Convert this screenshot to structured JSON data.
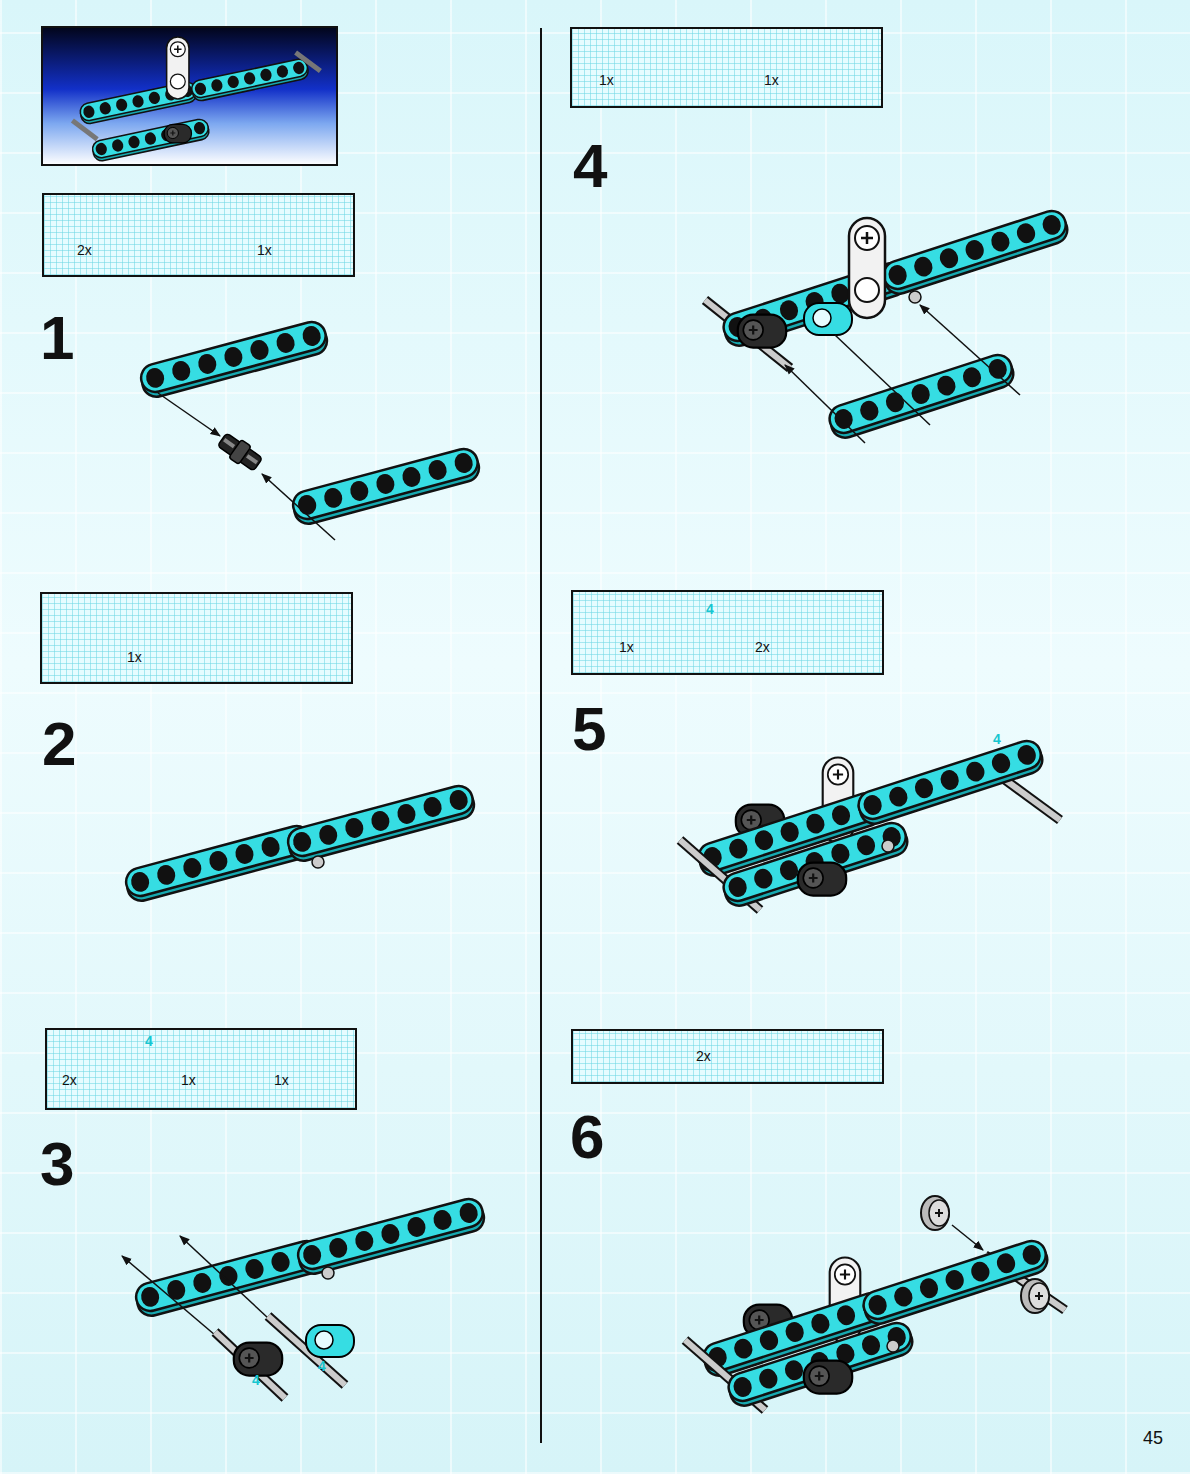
{
  "diagram": {
    "nodes": [
      {
        "text": [
          "2x",
          "1x"
        ]
      },
      {
        "text": [
          "1x"
        ]
      },
      {
        "text": [
          "4",
          "2x",
          "1x",
          "1x"
        ]
      },
      {
        "text": [
          "1x",
          "1x"
        ]
      },
      {
        "text": [
          "4",
          "1x",
          "2x"
        ]
      },
      {
        "text": [
          "2x"
        ]
      }
    ],
    "labels": [
      "1",
      "2",
      "3",
      "4",
      "4",
      "4",
      "5",
      "4",
      "6",
      "45"
    ]
  }
}
